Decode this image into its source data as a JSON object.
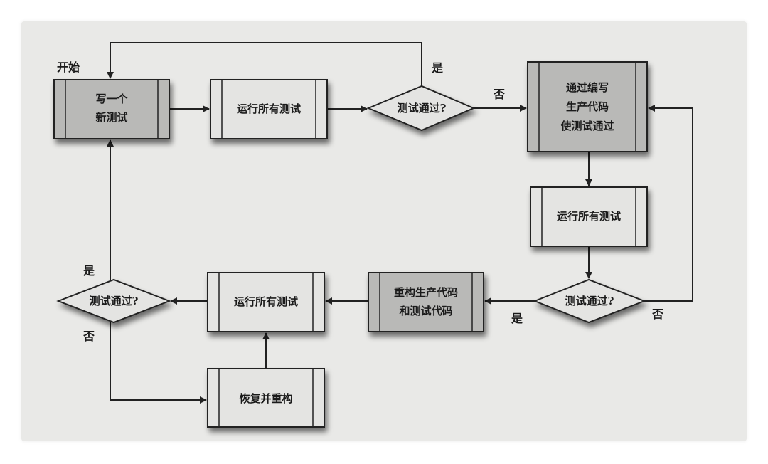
{
  "diagram": {
    "start_label": "开始",
    "nodes": {
      "write_test": [
        "写一个",
        "新测试"
      ],
      "run_tests_1": "运行所有测试",
      "decision_1": "测试通过?",
      "write_code": [
        "通过编写",
        "生产代码",
        "使测试通过"
      ],
      "run_tests_2": "运行所有测试",
      "decision_2": "测试通过?",
      "refactor": [
        "重构生产代码",
        "和测试代码"
      ],
      "run_tests_3": "运行所有测试",
      "decision_3": "测试通过?",
      "revert": "恢复并重构"
    },
    "edges": {
      "d1_yes": "是",
      "d1_no": "否",
      "d2_yes": "是",
      "d2_no": "否",
      "d3_yes": "是",
      "d3_no": "否"
    },
    "colors": {
      "dark_box": "#b9b9b7",
      "light_box": "#e4e4e2",
      "line": "#222222"
    }
  }
}
